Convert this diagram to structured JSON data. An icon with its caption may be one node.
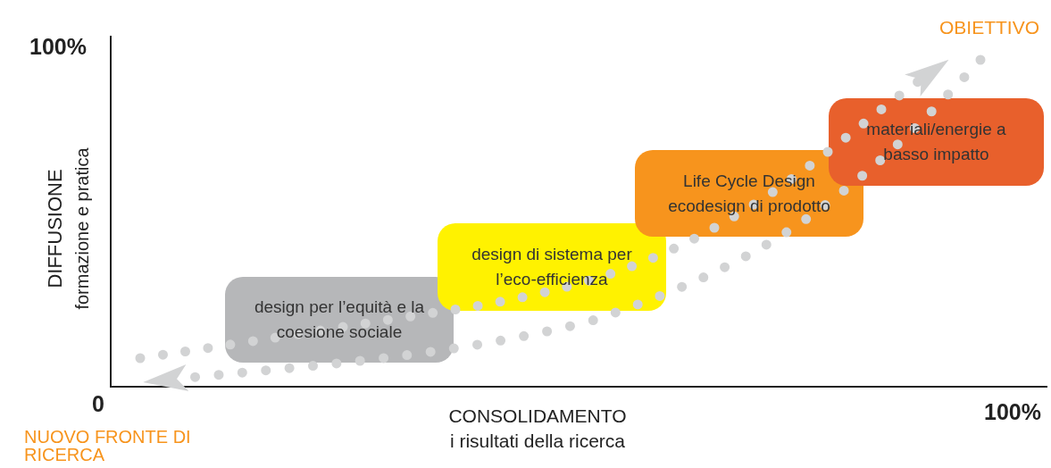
{
  "diagram": {
    "nodes": [
      {
        "text": [
          "design per l’equità e la coesione sociale"
        ]
      },
      {
        "text": [
          "design di sistema per l’eco-efficienza"
        ]
      },
      {
        "text": [
          "Life Cycle Design ecodesign di prodotto"
        ]
      },
      {
        "text": [
          "materiali/energie a basso impatto"
        ]
      }
    ],
    "labels": [
      "100%",
      "OBIETTIVO",
      "DIFFUSIONE",
      "formazione e pratica",
      "0",
      "CONSOLIDAMENTO",
      "i risultati della ricerca",
      "100%",
      "NUOVO FRONTE DI RICERCA"
    ]
  }
}
